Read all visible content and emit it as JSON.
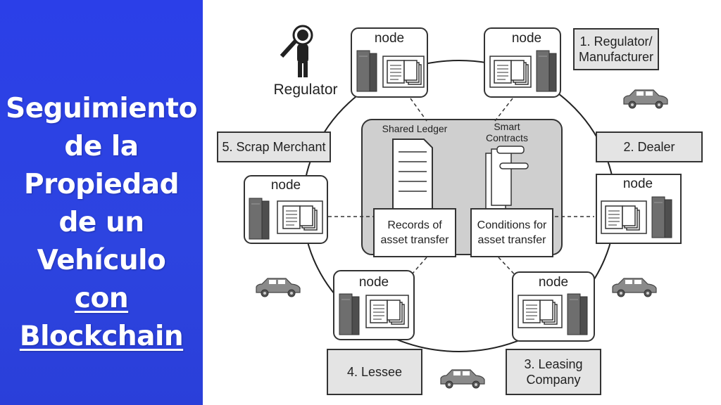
{
  "title": {
    "lines": [
      "Seguimiento",
      "de la",
      "Propiedad",
      "de un",
      "Vehículo"
    ],
    "underlined_lines": [
      "con",
      "Blockchain"
    ]
  },
  "diagram": {
    "regulator_label": "Regulator",
    "node_label": "node",
    "shared_ledger": "Shared Ledger",
    "smart_contracts": "Smart\nContracts",
    "records_box": "Records of asset transfer",
    "conditions_box": "Conditions for asset transfer",
    "roles": {
      "regulator_manufacturer": "1. Regulator/ Manufacturer",
      "dealer": "2. Dealer",
      "leasing_company": "3. Leasing Company",
      "lessee": "4. Lessee",
      "scrap_merchant": "5. Scrap Merchant"
    }
  },
  "colors": {
    "panel_blue": "#2b3fe8",
    "role_box_fill": "#e4e4e4",
    "ledger_fill": "#cfcfcf",
    "server_gray": "#6e6e6e",
    "car_gray": "#8a8a8a"
  },
  "icons": [
    "magnifier-person-icon",
    "server-icon",
    "document-stack-icon",
    "car-icon",
    "ledger-document-icon",
    "scroll-icon"
  ]
}
